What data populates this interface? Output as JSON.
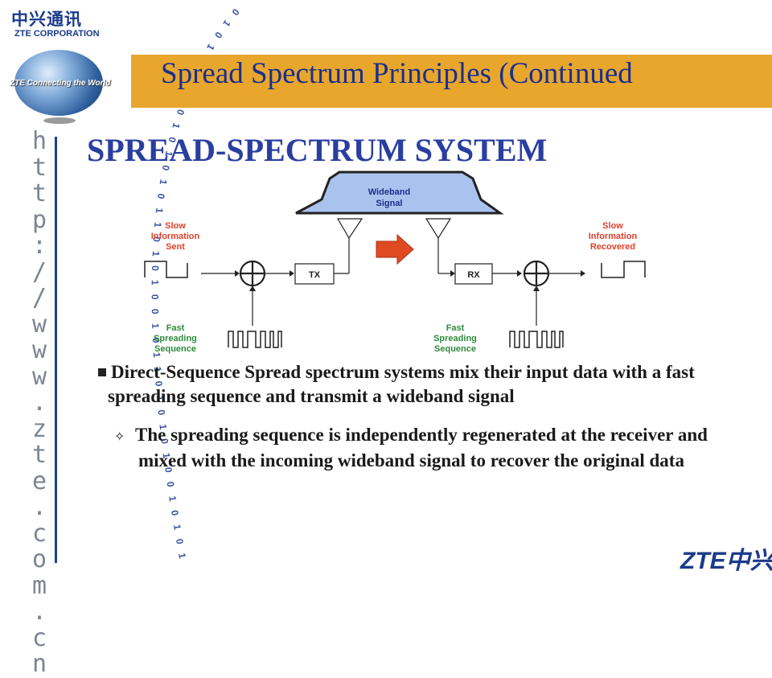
{
  "header": {
    "logo_chinese": "中兴通讯",
    "logo_english": "ZTE CORPORATION",
    "globe_tagline": "ZTE Connecting the World"
  },
  "sidebar": {
    "url_chars": [
      "h",
      "t",
      "t",
      "p",
      ":",
      "/",
      "/",
      "w",
      "w",
      "w",
      ".",
      "z",
      "t",
      "e",
      ".",
      "c",
      "o",
      "m",
      ".",
      "c",
      "n"
    ]
  },
  "slide": {
    "title": "Spread Spectrum Principles (Continued",
    "heading": "SPREAD-SPECTRUM SYSTEM"
  },
  "diagram": {
    "wideband_l1": "Wideband",
    "wideband_l2": "Signal",
    "slow_sent_l1": "Slow",
    "slow_sent_l2": "Information",
    "slow_sent_l3": "Sent",
    "slow_rec_l1": "Slow",
    "slow_rec_l2": "Information",
    "slow_rec_l3": "Recovered",
    "tx": "TX",
    "rx": "RX",
    "fast_tx_l1": "Fast",
    "fast_tx_l2": "Spreading",
    "fast_tx_l3": "Sequence",
    "fast_rx_l1": "Fast",
    "fast_rx_l2": "Spreading",
    "fast_rx_l3": "Sequence",
    "colors": {
      "red_label": "#e0402a",
      "green_label": "#2e8b3c",
      "band_fill": "#a9c3ee",
      "arrow": "#e04a22"
    }
  },
  "bullets": {
    "main": "Direct-Sequence Spread spectrum systems mix their input data with a fast spreading sequence and transmit a wideband signal",
    "sub": "The spreading sequence is independently regenerated at the receiver and mixed with the incoming wideband signal to recover the original data"
  },
  "footer": {
    "logo": "ZTE中兴"
  }
}
